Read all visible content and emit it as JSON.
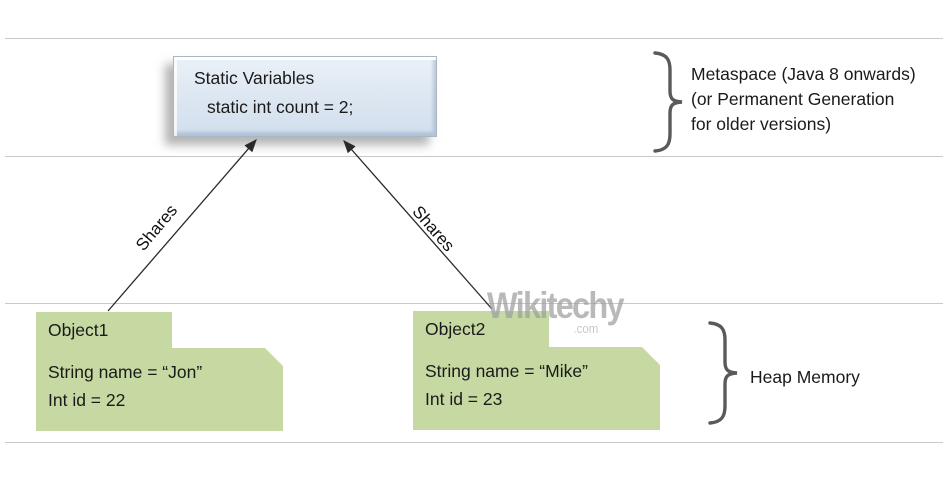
{
  "diagram": {
    "static_box": {
      "title": "Static Variables",
      "code": "static int count = 2;"
    },
    "metaspace_label": {
      "line1": "Metaspace (Java 8 onwards)",
      "line2": "(or Permanent Generation",
      "line3": "for older versions)"
    },
    "heap_label": "Heap Memory",
    "arrows": [
      {
        "label": "Shares",
        "from": "Object1",
        "to": "Static Variables"
      },
      {
        "label": "Shares",
        "from": "Object2",
        "to": "Static Variables"
      }
    ],
    "objects": [
      {
        "title": "Object1",
        "field1": "String name = “Jon”",
        "field2": "Int id = 22"
      },
      {
        "title": "Object2",
        "field1": "String name = “Mike”",
        "field2": "Int id = 23"
      }
    ],
    "watermark": {
      "name": "Wikitechy",
      "domain": ".com"
    },
    "colors": {
      "static_box_fill": "#dce6f1",
      "object_fill": "#c6d9a2",
      "divider": "#c6cacf",
      "brace": "#5a5a5a",
      "arrow": "#2a2a2a",
      "watermark": "#9f9f9f"
    }
  }
}
